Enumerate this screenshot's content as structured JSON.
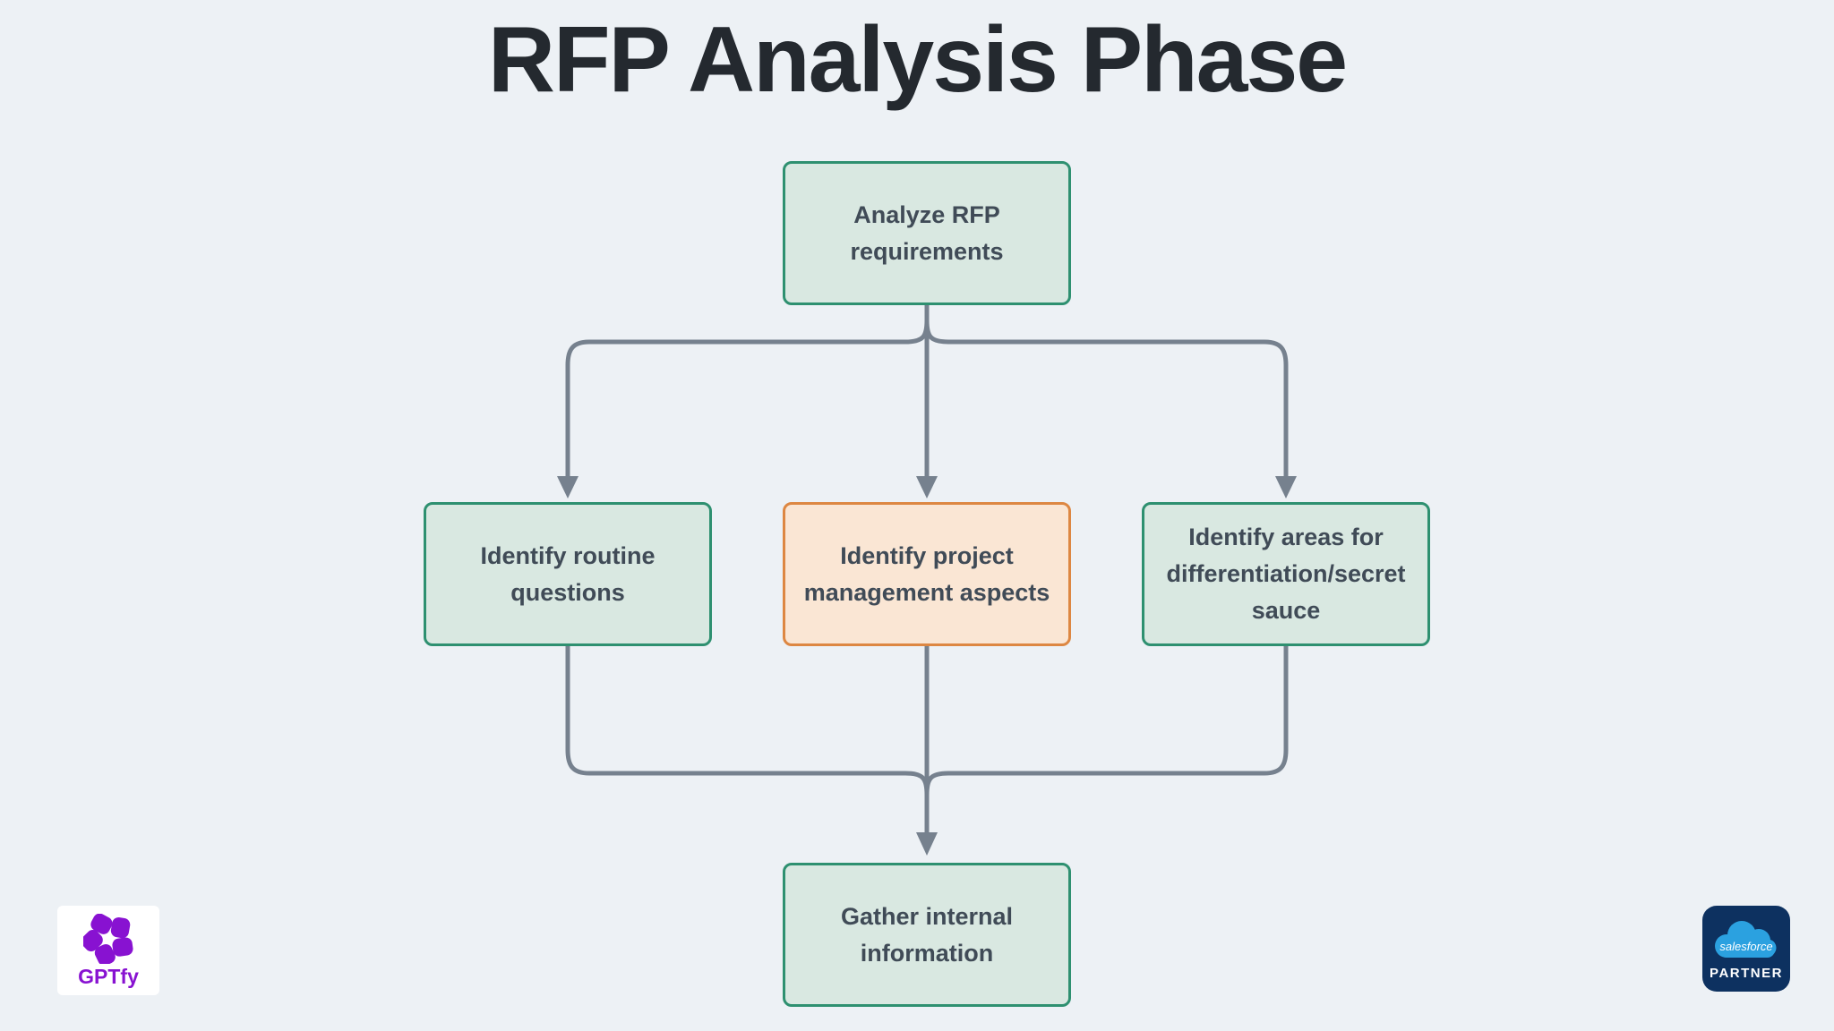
{
  "title": "RFP Analysis Phase",
  "diagram": {
    "nodes": {
      "analyze": {
        "label": "Analyze RFP\nrequirements",
        "type": "default"
      },
      "routine": {
        "label": "Identify routine\nquestions",
        "type": "default"
      },
      "pm": {
        "label": "Identify project\nmanagement aspects",
        "type": "highlight"
      },
      "diff": {
        "label": "Identify areas for\ndifferentiation/secret\nsauce",
        "type": "default"
      },
      "gather": {
        "label": "Gather internal\ninformation",
        "type": "default"
      }
    },
    "edges": [
      {
        "from": "analyze",
        "to": "routine"
      },
      {
        "from": "analyze",
        "to": "pm"
      },
      {
        "from": "analyze",
        "to": "diff"
      },
      {
        "from": "routine",
        "to": "gather"
      },
      {
        "from": "pm",
        "to": "gather"
      },
      {
        "from": "diff",
        "to": "gather"
      }
    ],
    "colors": {
      "background": "#edf1f5",
      "node_fill": "#d9e8e1",
      "node_border": "#2e9070",
      "highlight_fill": "#fae6d4",
      "highlight_border": "#dd8742",
      "node_text": "#404b57",
      "arrow": "#76818e",
      "title_text": "#24292f"
    }
  },
  "footer": {
    "gptfy": {
      "label": "GPTfy",
      "icon": "pinwheel-icon",
      "color": "#8812d1"
    },
    "salesforce": {
      "brand": "salesforce",
      "label": "PARTNER",
      "badge_color": "#0d3160",
      "cloud_color": "#2ba1e0"
    }
  }
}
